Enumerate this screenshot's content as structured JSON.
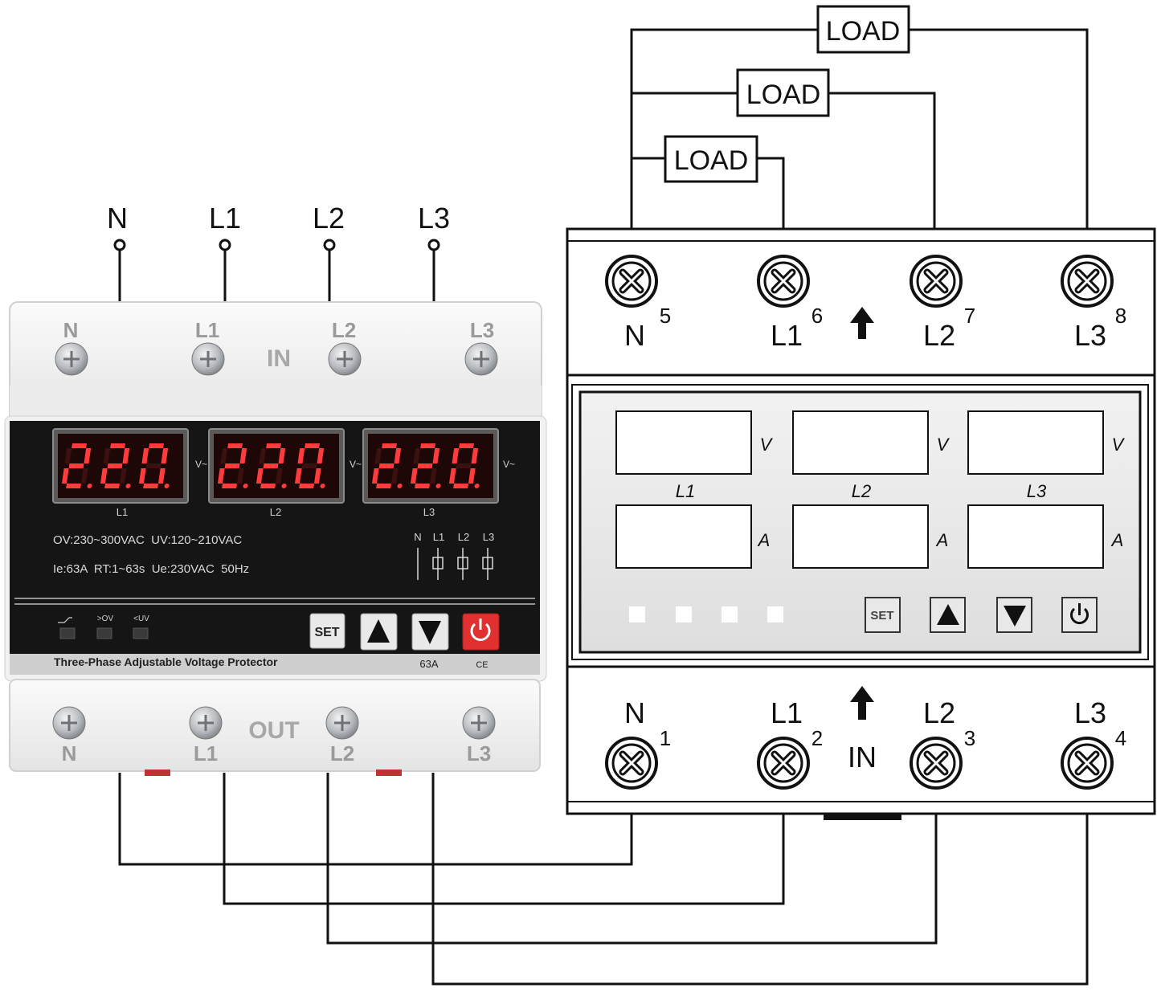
{
  "top_supply_labels": [
    "N",
    "L1",
    "L2",
    "L3"
  ],
  "device": {
    "in_terminals": [
      "N",
      "L1",
      "L2",
      "L3"
    ],
    "in_label": "IN",
    "out_terminals": [
      "N",
      "L1",
      "L2",
      "L3"
    ],
    "out_label": "OUT",
    "displays": [
      {
        "value": "220",
        "unit": "V~",
        "phase": "L1"
      },
      {
        "value": "220",
        "unit": "V~",
        "phase": "L2"
      },
      {
        "value": "220",
        "unit": "V~",
        "phase": "L3"
      }
    ],
    "spec_line_1": "OV:230~300VAC  UV:120~210VAC",
    "spec_line_2": "Ie:63A  RT:1~63s  Ue:230VAC  50Hz",
    "relay_labels": [
      "N",
      "L1",
      "L2",
      "L3"
    ],
    "indicator_labels": [
      "",
      ">OV",
      "<UV"
    ],
    "buttons": {
      "set": "SET",
      "up": "▲",
      "down": "▼",
      "power": "⏻"
    },
    "product_name": "Three-Phase Adjustable Voltage Protector",
    "rating": "63A",
    "ce_mark": "CE"
  },
  "schematic": {
    "load_labels": [
      "LOAD",
      "LOAD",
      "LOAD"
    ],
    "top_terminals": [
      {
        "name": "N",
        "number": "5"
      },
      {
        "name": "L1",
        "number": "6"
      },
      {
        "name": "L2",
        "number": "7"
      },
      {
        "name": "L3",
        "number": "8"
      }
    ],
    "bottom_terminals": [
      {
        "name": "N",
        "number": "1"
      },
      {
        "name": "L1",
        "number": "2"
      },
      {
        "name": "L2",
        "number": "3"
      },
      {
        "name": "L3",
        "number": "4"
      }
    ],
    "in_label": "IN",
    "voltage_units": [
      "V",
      "V",
      "V"
    ],
    "phase_labels": [
      "L1",
      "L2",
      "L3"
    ],
    "current_units": [
      "A",
      "A",
      "A"
    ],
    "buttons": {
      "set": "SET",
      "up": "▲",
      "down": "▼",
      "power": "⏻"
    }
  }
}
